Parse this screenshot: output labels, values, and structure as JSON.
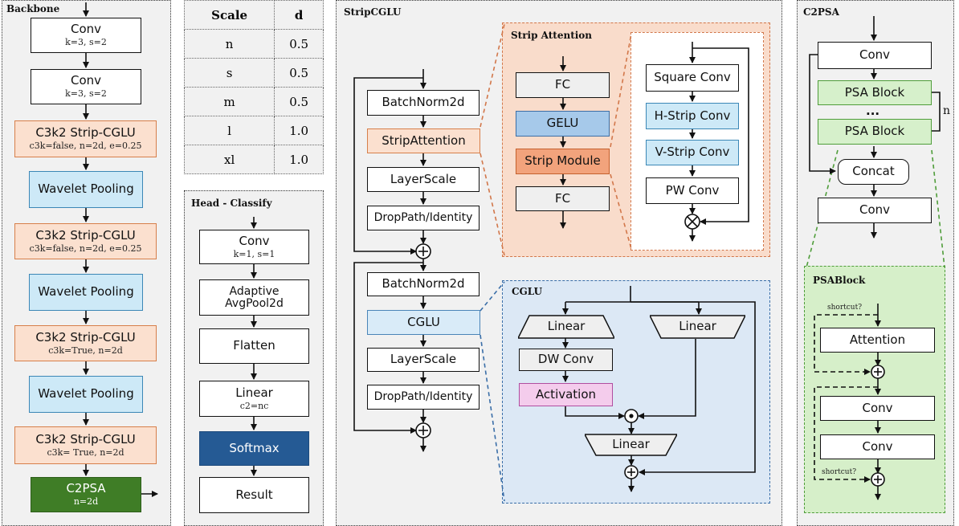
{
  "backbone": {
    "title": "Backbone",
    "blocks": [
      {
        "label": "Conv",
        "sub": "k=3, s=2"
      },
      {
        "label": "Conv",
        "sub": "k=3, s=2"
      },
      {
        "label": "C3k2 Strip-CGLU",
        "sub": "c3k=false, n=2d, e=0.25"
      },
      {
        "label": "Wavelet Pooling",
        "sub": ""
      },
      {
        "label": "C3k2 Strip-CGLU",
        "sub": "c3k=false, n=2d, e=0.25"
      },
      {
        "label": "Wavelet Pooling",
        "sub": ""
      },
      {
        "label": "C3k2 Strip-CGLU",
        "sub": "c3k=True, n=2d"
      },
      {
        "label": "Wavelet Pooling",
        "sub": ""
      },
      {
        "label": "C3k2 Strip-CGLU",
        "sub": "c3k= True, n=2d"
      },
      {
        "label": "C2PSA",
        "sub": "n=2d"
      }
    ]
  },
  "scale_table": {
    "headers": [
      "Scale",
      "d"
    ],
    "rows": [
      [
        "n",
        "0.5"
      ],
      [
        "s",
        "0.5"
      ],
      [
        "m",
        "0.5"
      ],
      [
        "l",
        "1.0"
      ],
      [
        "xl",
        "1.0"
      ]
    ]
  },
  "head": {
    "title": "Head - Classify",
    "blocks": [
      {
        "label": "Conv",
        "sub": "k=1, s=1"
      },
      {
        "label": "Adaptive\nAvgPool2d",
        "sub": ""
      },
      {
        "label": "Flatten",
        "sub": ""
      },
      {
        "label": "Linear",
        "sub": "c2=nc"
      },
      {
        "label": "Softmax",
        "sub": ""
      },
      {
        "label": "Result",
        "sub": ""
      }
    ]
  },
  "stripcglu": {
    "title": "StripCGLU",
    "blocks": [
      "BatchNorm2d",
      "StripAttention",
      "LayerScale",
      "DropPath/Identity",
      "BatchNorm2d",
      "CGLU",
      "LayerScale",
      "DropPath/Identity"
    ]
  },
  "strip_attention": {
    "title": "Strip Attention",
    "blocks": [
      "FC",
      "GELU",
      "Strip Module",
      "FC"
    ]
  },
  "strip_module": {
    "blocks": [
      "Square Conv",
      "H-Strip Conv",
      "V-Strip Conv",
      "PW Conv"
    ]
  },
  "cglu": {
    "title": "CGLU",
    "blocks": [
      "Linear",
      "Linear",
      "DW Conv",
      "Activation",
      "Linear"
    ]
  },
  "c2psa": {
    "title": "C2PSA",
    "blocks": [
      "Conv",
      "PSA Block",
      "...",
      "PSA Block",
      "Concat",
      "Conv"
    ],
    "repeat_label": "n"
  },
  "psablock": {
    "title": "PSABlock",
    "blocks": [
      "Attention",
      "Conv",
      "Conv"
    ],
    "shortcut_label": "shortcut?"
  }
}
